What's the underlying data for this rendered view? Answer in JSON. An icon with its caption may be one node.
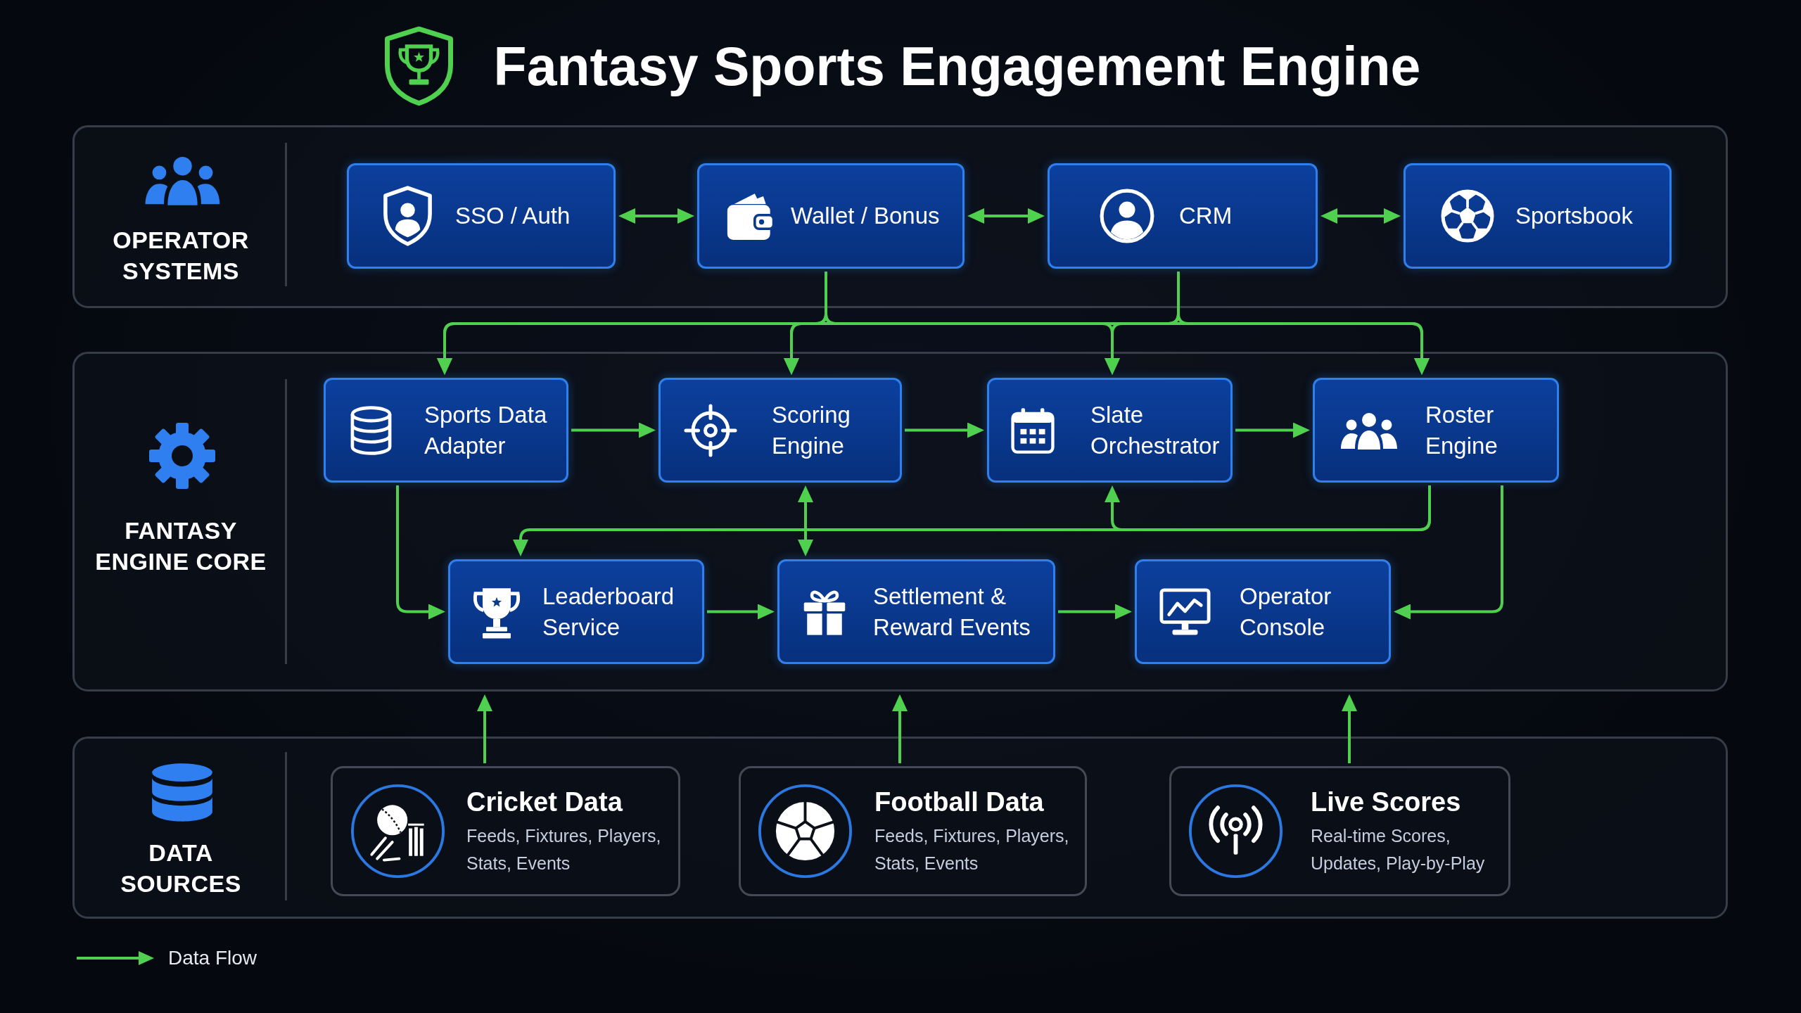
{
  "diagram": {
    "title": "Fantasy Sports Engagement Engine",
    "nodes": [
      {
        "text": [
          "OPERATOR SYSTEMS"
        ]
      },
      {
        "text": [
          "SSO / Auth"
        ],
        "in": 0
      },
      {
        "text": [
          "Wallet / Bonus"
        ],
        "in": 0
      },
      {
        "text": [
          "CRM"
        ],
        "in": 0
      },
      {
        "text": [
          "Sportsbook"
        ],
        "in": 0
      },
      {
        "text": [
          "FANTASY ENGINE CORE"
        ]
      },
      {
        "text": [
          "Sports Data Adapter"
        ],
        "in": 5
      },
      {
        "text": [
          "Scoring Engine"
        ],
        "in": 5
      },
      {
        "text": [
          "Slate Orchestrator"
        ],
        "in": 5
      },
      {
        "text": [
          "Roster Engine"
        ],
        "in": 5
      },
      {
        "text": [
          "Leaderboard Service"
        ],
        "in": 5
      },
      {
        "text": [
          "Settlement & Reward Events"
        ],
        "in": 5
      },
      {
        "text": [
          "Operator Console"
        ],
        "in": 5
      },
      {
        "text": [
          "DATA SOURCES"
        ]
      },
      {
        "text": [
          "Cricket Data",
          "Feeds, Fixtures, Players, Stats, Events"
        ],
        "in": 13
      },
      {
        "text": [
          "Football Data",
          "Feeds, Fixtures, Players, Stats, Events"
        ],
        "in": 13
      },
      {
        "text": [
          "Live Scores",
          "Real-time Scores, Updates, Play-by-Play"
        ],
        "in": 13
      }
    ],
    "edges": [
      {
        "from": 1,
        "to": 2,
        "arrow": "both"
      },
      {
        "from": 2,
        "to": 3,
        "arrow": "both"
      },
      {
        "from": 3,
        "to": 4,
        "arrow": "both"
      },
      {
        "from": 2,
        "to": 6,
        "arrow": "to"
      },
      {
        "from": 2,
        "to": 7,
        "arrow": "to"
      },
      {
        "from": 2,
        "to": 8,
        "arrow": "to"
      },
      {
        "from": 2,
        "to": 9,
        "arrow": "to"
      },
      {
        "from": 3,
        "to": 6,
        "arrow": "to"
      },
      {
        "from": 3,
        "to": 7,
        "arrow": "to"
      },
      {
        "from": 3,
        "to": 8,
        "arrow": "to"
      },
      {
        "from": 3,
        "to": 9,
        "arrow": "to"
      },
      {
        "from": 6,
        "to": 7,
        "arrow": "to"
      },
      {
        "from": 7,
        "to": 8,
        "arrow": "to"
      },
      {
        "from": 8,
        "to": 9,
        "arrow": "to"
      },
      {
        "from": 6,
        "to": 10,
        "arrow": "to"
      },
      {
        "from": 7,
        "to": 11,
        "arrow": "both"
      },
      {
        "from": 9,
        "to": 8,
        "arrow": "to"
      },
      {
        "from": 9,
        "to": 10,
        "arrow": "to"
      },
      {
        "from": 10,
        "to": 11,
        "arrow": "to"
      },
      {
        "from": 11,
        "to": 12,
        "arrow": "to"
      },
      {
        "from": 9,
        "to": 12,
        "arrow": "to"
      },
      {
        "from": 14,
        "to": 5,
        "arrow": "to"
      },
      {
        "from": 15,
        "to": 5,
        "arrow": "to"
      },
      {
        "from": 16,
        "to": 5,
        "arrow": "to"
      }
    ],
    "legend": [
      {
        "text": "Data Flow"
      }
    ]
  }
}
